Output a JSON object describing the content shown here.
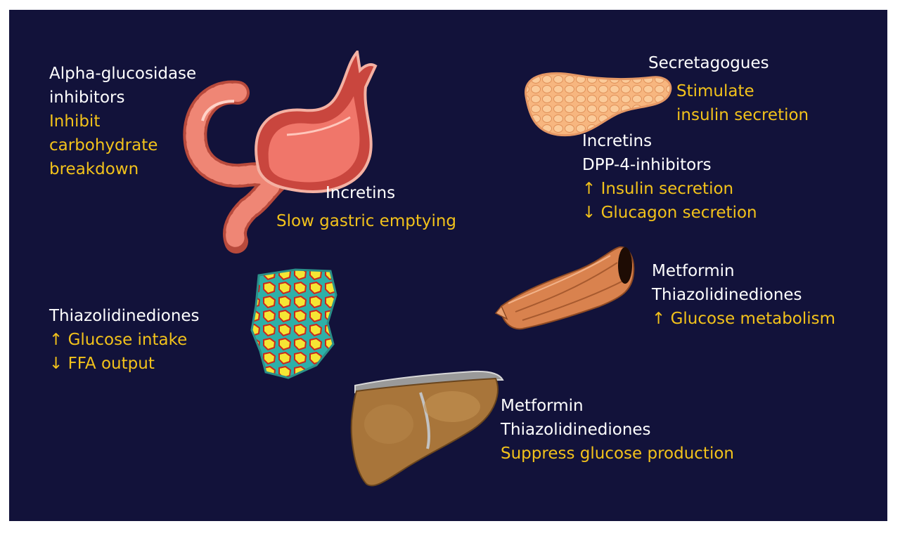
{
  "colors": {
    "background": "#12123a",
    "drug_text": "#ffffff",
    "effect_text": "#f2c21b"
  },
  "icons": [
    "stomach-intestine-icon",
    "pancreas-icon",
    "adipose-tissue-icon",
    "muscle-icon",
    "liver-icon"
  ],
  "stomach": {
    "drug_lines": [
      "Alpha-glucosidase",
      "inhibitors"
    ],
    "effect_lines": [
      "Inhibit",
      "carbohydrate",
      "breakdown"
    ],
    "incretin_label": "Incretins",
    "incretin_effect": "Slow gastric emptying"
  },
  "pancreas": {
    "drug": "Secretagogues",
    "effect_lines": [
      "Stimulate",
      "insulin secretion"
    ],
    "incretin_lines": [
      "Incretins",
      "DPP-4-inhibitors"
    ],
    "incretin_effects": [
      "↑ Insulin secretion",
      "↓ Glucagon secretion"
    ]
  },
  "adipose": {
    "drug": "Thiazolidinediones",
    "effects": [
      "↑ Glucose intake",
      "↓ FFA output"
    ]
  },
  "muscle": {
    "drug_lines": [
      "Metformin",
      "Thiazolidinediones"
    ],
    "effect": "↑ Glucose metabolism"
  },
  "liver": {
    "drug_lines": [
      "Metformin",
      "Thiazolidinediones"
    ],
    "effect": "Suppress glucose production"
  }
}
